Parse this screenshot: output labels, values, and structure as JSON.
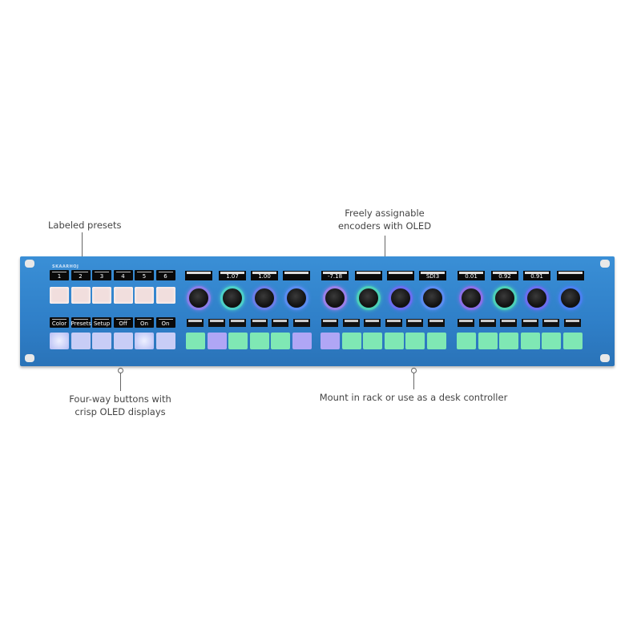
{
  "annotations": {
    "presets": "Labeled presets",
    "encoders_1": "Freely assignable",
    "encoders_2": "encoders with OLED",
    "buttons_1": "Four-way buttons with",
    "buttons_2": "crisp OLED displays",
    "mount": "Mount in rack or use as a desk controller"
  },
  "panel": {
    "brand": "SKAARHOJ",
    "preset_labels": [
      "1",
      "2",
      "3",
      "4",
      "5",
      "6"
    ],
    "four_way_labels": [
      "Color",
      "Presets",
      "Setup",
      "Off",
      "On",
      "On"
    ],
    "encoder_values": [
      "",
      "1.07",
      "1.00",
      "",
      "-7.18",
      "",
      "",
      "SDI3",
      "0.01",
      "0.92",
      "0.91",
      ""
    ],
    "colors": {
      "panel": "#2f7fc8",
      "preset": "#f1dedd",
      "lavender": "#c8cdf6",
      "green": "#7fe8b4",
      "purple": "#b0a6f5"
    },
    "encoder_ring_colors": [
      "#8a7de8",
      "#4cd0c8",
      "#6a7ee8",
      "#5a8cf0",
      "#9a80e8",
      "#4cd0b8",
      "#6a6ef0",
      "#5a8cf0",
      "#8a70e8",
      "#4cd0b8",
      "#6a6ef0",
      "#4a80f0"
    ],
    "button_colors": [
      "green",
      "purple",
      "green",
      "green",
      "green",
      "purple",
      "purple",
      "green",
      "green",
      "green",
      "green",
      "green",
      "green",
      "green",
      "green",
      "green",
      "green",
      "green"
    ]
  }
}
